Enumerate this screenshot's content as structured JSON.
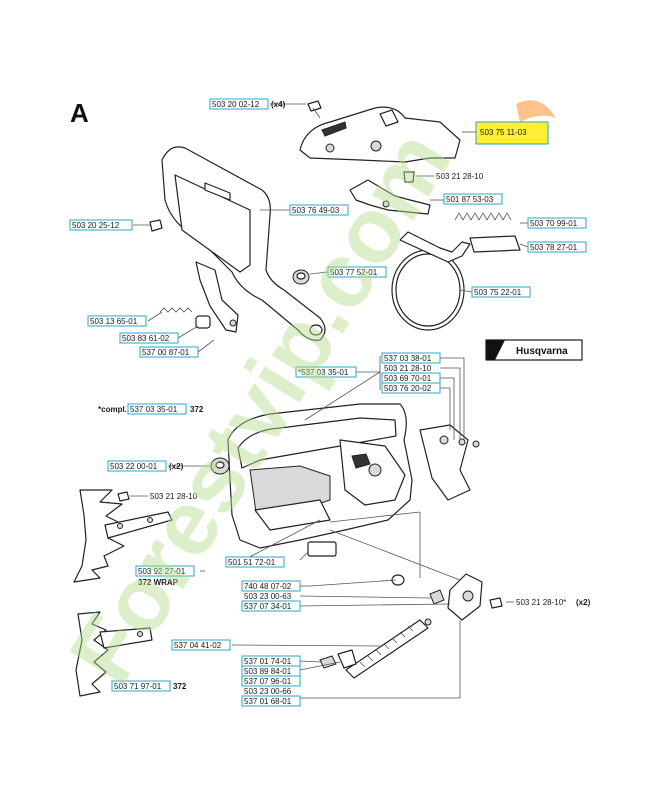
{
  "section_letter": "A",
  "brand_logo_text": "Husqvarna",
  "watermark_text": "Forestvip.com",
  "labels": {
    "p_503_20_02_12": "503 20 02-12",
    "p_503_20_02_12_qty": "(x4)",
    "p_503_75_11_03": "503 75 11-03",
    "p_503_21_28_10_a": "503 21 28-10",
    "p_501_87_53_03": "501 87 53-03",
    "p_503_70_99_01": "503 70 99-01",
    "p_503_78_27_01": "503 78 27-01",
    "p_503_20_25_12": "503 20 25-12",
    "p_503_76_49_03": "503 76 49-03",
    "p_503_77_52_01": "503 77 52-01",
    "p_503_75_22_01": "503 75 22-01",
    "p_503_13_65_01": "503 13 65-01",
    "p_503_83_61_02": "503 83 61-02",
    "p_537_00_87_01": "537 00 87-01",
    "p_537_03_38_01": "537 03 38-01",
    "p_503_21_28_10_b": "503 21 28-10",
    "p_503_69_70_01": "503 69 70-01",
    "p_503_76_20_02": "503 76 20-02",
    "p_537_03_35_01_a": "*537 03 35-01",
    "compl_prefix": "*compl.",
    "p_537_03_35_01_b": "537 03 35-01",
    "model_372_a": "372",
    "p_503_22_00_01": "503 22 00-01",
    "p_503_22_00_01_qty": "(x2)",
    "p_503_21_28_10_c": "503 21 28-10",
    "p_503_92_27_01": "503 92 27-01",
    "label_372_wrap": "372 WRAP",
    "p_501_51_72_01": "501 51 72-01",
    "p_740_48_07_02": "740 48 07-02",
    "p_503_23_00_63": "503 23 00-63",
    "p_537_07_34_01": "537 07 34-01",
    "p_503_21_28_10_d": "503 21 28-10*",
    "p_503_21_28_10_d_qty": "(x2)",
    "p_537_04_41_02": "537 04 41-02",
    "p_537_01_74_01": "537 01 74-01",
    "p_503_89_84_01": "503 89 84-01",
    "p_537_07_96_01": "537 07 96-01",
    "p_503_23_00_66": "503 23 00-66",
    "p_537_01_68_01": "537 01 68-01",
    "p_503_71_97_01": "503 71 97-01",
    "model_372_b": "372"
  },
  "colors": {
    "label_border": "#2aa7c9",
    "highlight": "#ffee33",
    "watermark_green": "#b5dc8c",
    "watermark_orange": "#ff9a3c"
  }
}
